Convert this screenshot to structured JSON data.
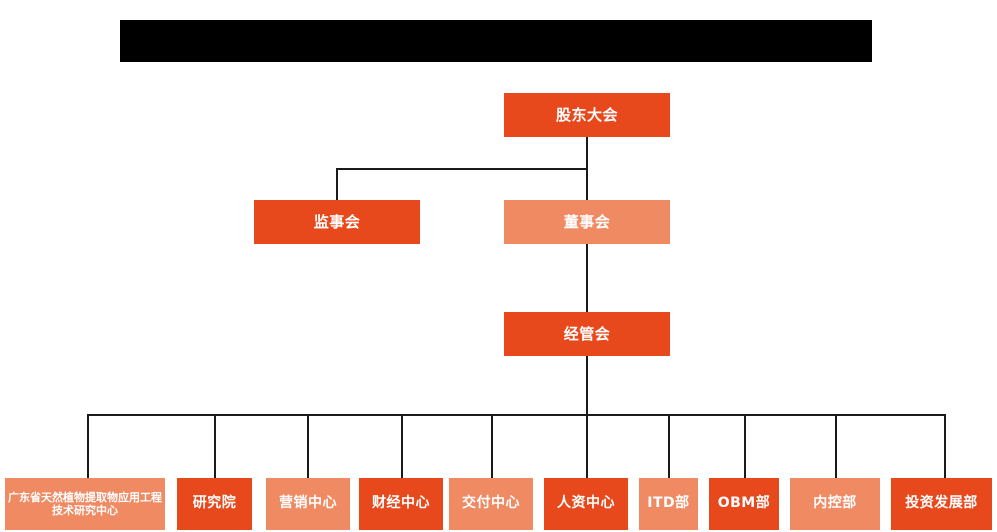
{
  "chart": {
    "type": "org-chart",
    "background_color": "#ffffff",
    "colors": {
      "dark_orange": "#e8491c",
      "light_orange": "#ef8a63",
      "connector": "#1a1a1a",
      "title_bar": "#000000",
      "node_text": "#ffffff"
    },
    "title_bar": {
      "label": "",
      "redacted": true
    },
    "nodes": {
      "shareholders_meeting": {
        "label": "股东大会",
        "style": "dark"
      },
      "supervisory_board": {
        "label": "监事会",
        "style": "dark"
      },
      "board_of_directors": {
        "label": "董事会",
        "style": "light"
      },
      "management_committee": {
        "label": "经管会",
        "style": "dark"
      }
    },
    "departments": [
      {
        "label": "广东省天然植物提取物应用工程技术研究中心",
        "style": "light"
      },
      {
        "label": "研究院",
        "style": "dark"
      },
      {
        "label": "营销中心",
        "style": "light"
      },
      {
        "label": "财经中心",
        "style": "dark"
      },
      {
        "label": "交付中心",
        "style": "light"
      },
      {
        "label": "人资中心",
        "style": "dark"
      },
      {
        "label": "ITD部",
        "style": "light"
      },
      {
        "label": "OBM部",
        "style": "dark"
      },
      {
        "label": "内控部",
        "style": "light"
      },
      {
        "label": "投资发展部",
        "style": "dark"
      }
    ]
  }
}
